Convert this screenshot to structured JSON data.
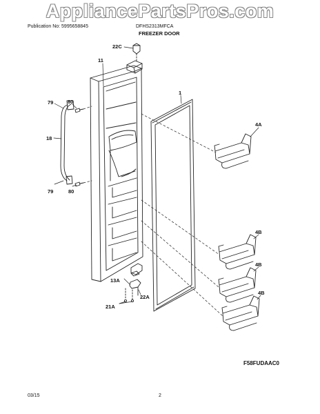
{
  "watermark": "AppliancePartsPros.com",
  "header": {
    "publication": "Publication No: 5995658845",
    "model": "DFHS2313MFCA",
    "section_title": "FREEZER DOOR"
  },
  "callouts": {
    "c22C": "22C",
    "c11": "11",
    "c1": "1",
    "c79_top": "79",
    "c80_top": "80",
    "c18": "18",
    "c79_bottom": "79",
    "c80_bottom": "80",
    "c4A": "4A",
    "c4B_1": "4B",
    "c4B_2": "4B",
    "c4B_3": "4B",
    "c13A": "13A",
    "c22A": "22A",
    "c21A": "21A"
  },
  "figure_code": "F58FUDAAC0",
  "footer": {
    "date": "03/15",
    "page": "2"
  }
}
